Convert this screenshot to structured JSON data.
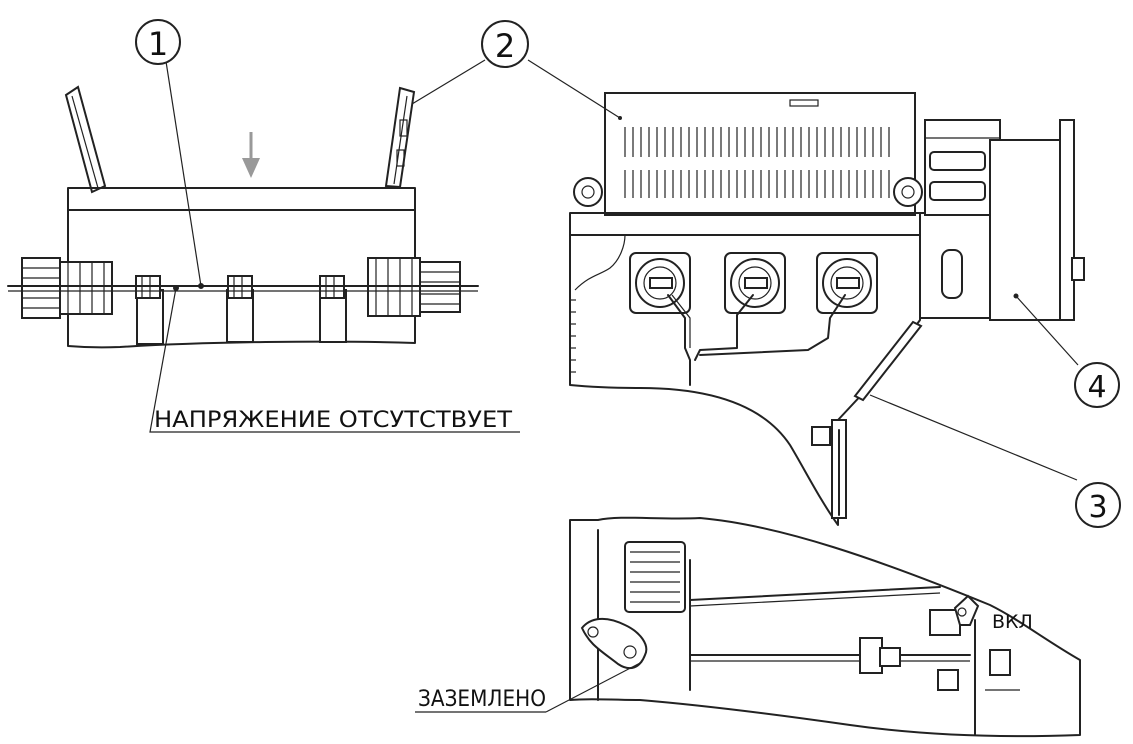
{
  "callouts": [
    {
      "id": "callout-1",
      "label": "1"
    },
    {
      "id": "callout-2",
      "label": "2"
    },
    {
      "id": "callout-3",
      "label": "3"
    },
    {
      "id": "callout-4",
      "label": "4"
    }
  ],
  "labels": {
    "voltage_absent": "НАПРЯЖЕНИЕ ОТСУТСТВУЕТ",
    "grounded": "ЗАЗЕМЛЕНО",
    "on": "ВКЛ"
  },
  "colors": {
    "ink": "#222222",
    "arrow": "#999999",
    "background": "#ffffff"
  }
}
